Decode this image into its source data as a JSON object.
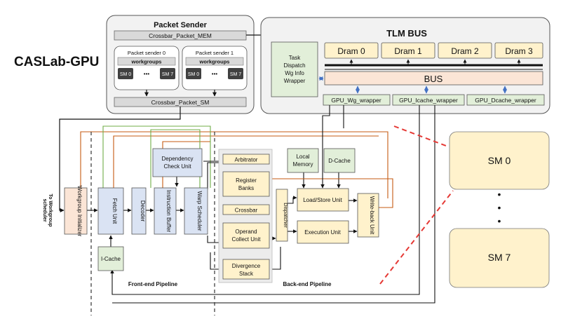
{
  "brand": "CASLab-GPU",
  "packet_sender": {
    "title": "Packet Sender",
    "mem_bar": "Crossbar_Packet_MEM",
    "sm_bar": "Crossbar_Packet_SM",
    "senders": [
      {
        "title": "Packet sender 0",
        "workgroups": "workgroups",
        "first_sm": "SM 0",
        "dots": "•••",
        "last_sm": "SM 7"
      },
      {
        "title": "Packet sender 1",
        "workgroups": "workgroups",
        "first_sm": "SM 0",
        "dots": "•••",
        "last_sm": "SM 7"
      }
    ]
  },
  "tlm_bus": {
    "title": "TLM BUS",
    "task_dispatch": [
      "Task",
      "Dispatch",
      "Wg Info",
      "Wrapper"
    ],
    "drams": [
      "Dram 0",
      "Dram 1",
      "Dram 2",
      "Dram 3"
    ],
    "bus": "BUS",
    "wrappers": [
      "GPU_Wg_wrapper",
      "GPU_Icache_wrapper",
      "GPU_Dcache_wrapper"
    ]
  },
  "pipeline": {
    "to_scheduler": [
      "To Workgroup",
      "scheduler"
    ],
    "workgroup_initializer": "Workgroup Initializer",
    "fetch_unit": "Fetch Unit",
    "decoder": "Decoder",
    "instruction_buffer": "Instruction Buffer",
    "warp_scheduler": "Warp Scheduler",
    "dependency_check": [
      "Dependency",
      "Check Unit"
    ],
    "icache": "I-Cache",
    "arbitrator": "Arbitrator",
    "register_banks": [
      "Register",
      "Banks"
    ],
    "crossbar": "Crossbar",
    "operand_collect": [
      "Operand",
      "Collect Unit"
    ],
    "divergence_stack": [
      "Divergence",
      "Stack"
    ],
    "dispatcher": "Dispatcher",
    "local_memory": [
      "Local",
      "Memory"
    ],
    "dcache": "D-Cache",
    "load_store": "Load/Store Unit",
    "execution_unit": "Execution Unit",
    "writeback": "Write-back Unit",
    "front_end_label": "Front-end Pipeline",
    "back_end_label": "Back-end Pipeline"
  },
  "sm_panel": {
    "first": "SM 0",
    "dots": [
      "•",
      "•",
      "•"
    ],
    "last": "SM 7"
  },
  "colors": {
    "gray_box": "#d9d9d9",
    "green_box": "#e2efd9",
    "yellow_box": "#fff2cc",
    "blue_box": "#dae3f3",
    "peach_box": "#fbe5d6",
    "dark_sm": "#404040",
    "orange_line": "#c55a11",
    "green_line": "#70ad47",
    "red_dash": "#e53935"
  }
}
